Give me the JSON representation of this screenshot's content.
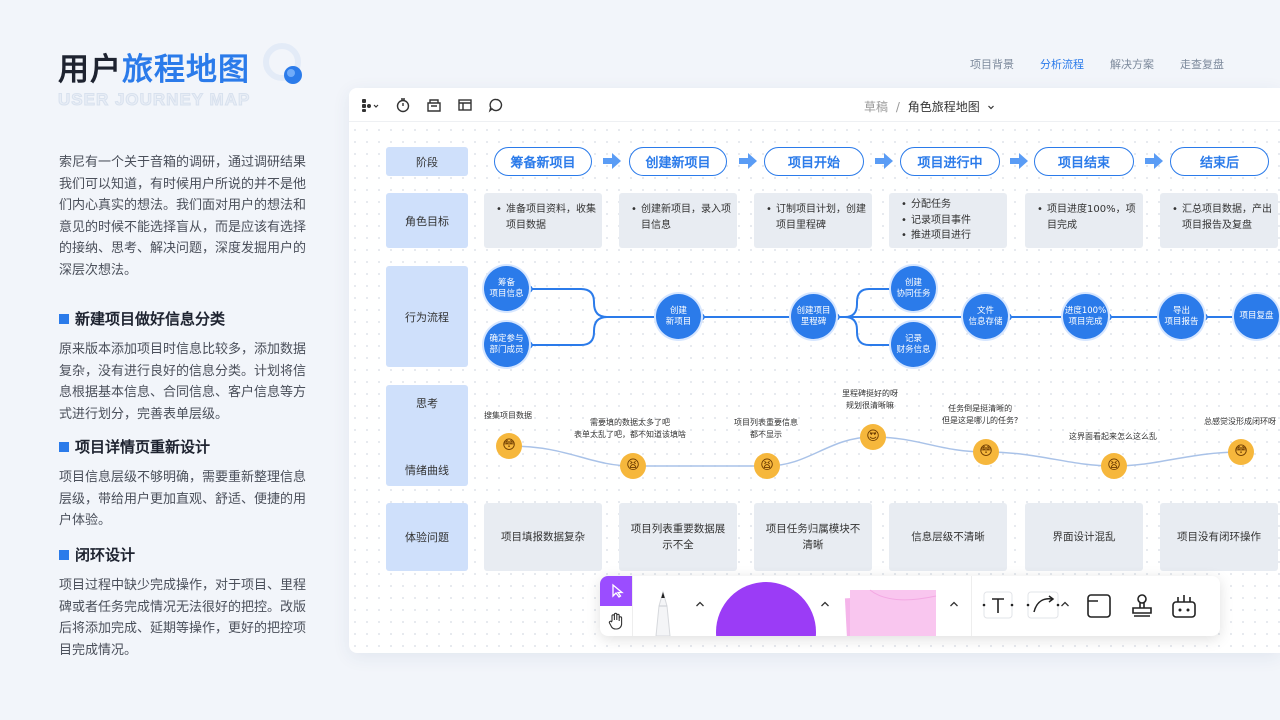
{
  "header": {
    "title_part1": "用户",
    "title_part2": "旅程地图",
    "subtitle": "USER JOURNEY MAP"
  },
  "intro": "索尼有一个关于音箱的调研，通过调研结果我们可以知道，有时候用户所说的并不是他们内心真实的想法。我们面对用户的想法和意见的时候不能选择盲从，而是应该有选择的接纳、思考、解决问题，深度发掘用户的深层次想法。",
  "sections": [
    {
      "title": "新建项目做好信息分类",
      "text": "原来版本添加项目时信息比较多，添加数据复杂，没有进行良好的信息分类。计划将信息根据基本信息、合同信息、客户信息等方式进行划分，完善表单层级。"
    },
    {
      "title": "项目详情页重新设计",
      "text": "项目信息层级不够明确，需要重新整理信息层级，带给用户更加直观、舒适、便捷的用户体验。"
    },
    {
      "title": "闭环设计",
      "text": "项目过程中缺少完成操作，对于项目、里程碑或者任务完成情况无法很好的把控。改版后将添加完成、延期等操作，更好的把控项目完成情况。"
    }
  ],
  "nav": {
    "items": [
      "项目背景",
      "分析流程",
      "解决方案",
      "走查复盘"
    ],
    "active": "分析流程"
  },
  "canvas": {
    "breadcrumb_parent": "草稿",
    "breadcrumb_separator": "/",
    "breadcrumb_current": "角色旅程地图",
    "toolbar_icons": [
      "figma-menu-icon",
      "timer-icon",
      "library-icon",
      "layout-icon",
      "comment-icon"
    ]
  },
  "row_labels": {
    "stage": "阶段",
    "goal": "角色目标",
    "flow": "行为流程",
    "thinking": "思考",
    "emotion": "情绪曲线",
    "pain": "体验问题"
  },
  "stages": [
    "筹备新项目",
    "创建新项目",
    "项目开始",
    "项目进行中",
    "项目结束",
    "结束后"
  ],
  "goals": [
    [
      "准备项目资料，收集项目数据"
    ],
    [
      "创建新项目，录入项目信息"
    ],
    [
      "订制项目计划，创建项目里程碑"
    ],
    [
      "分配任务",
      "记录项目事件",
      "推进项目进行"
    ],
    [
      "项目进度100%，项目完成"
    ],
    [
      "汇总项目数据，产出项目报告及复盘"
    ]
  ],
  "flow_nodes": {
    "n1": "筹备\n项目信息",
    "n2": "确定参与\n部门成员",
    "n3": "创建\n新项目",
    "n4": "创建项目\n里程碑",
    "n5": "创建\n协同任务",
    "n6": "记录\n财务信息",
    "n7": "文件\n信息存储",
    "n8": "进度100%\n项目完成",
    "n9": "导出\n项目报告",
    "n10": "项目复盘"
  },
  "thoughts": [
    "搜集项目数据",
    "需要填的数据太多了吧\n表单太乱了吧，都不知道该填啥",
    "项目列表重要信息\n都不显示",
    "里程碑挺好的呀\n规划很清晰嘛",
    "任务倒是挺清晰的\n但是这是哪儿的任务?",
    "这界面看起来怎么这么乱",
    "总感觉没形成闭环呀"
  ],
  "emotions": [
    "😳",
    "😫",
    "😫",
    "😍",
    "😳",
    "😫",
    "😳"
  ],
  "pains": [
    "项目填报数据复杂",
    "项目列表重要数据展示不全",
    "项目任务归属模块不清晰",
    "信息层级不清晰",
    "界面设计混乱",
    "项目没有闭环操作"
  ],
  "dock": {
    "tools": [
      "pointer-icon",
      "hand-icon",
      "pen-icon",
      "shape-icon",
      "sticky-note-icon",
      "text-icon",
      "connector-icon",
      "frame-icon",
      "stamp-icon",
      "more-tools-icon"
    ]
  },
  "colors": {
    "accent": "#2b7bea",
    "label_bg": "#cfe0fb",
    "card_bg": "#e8ecf2",
    "dock_active": "#9b4dff",
    "shape_purple": "#9b3cf6",
    "sticky_pink": "#f9c6ef"
  }
}
